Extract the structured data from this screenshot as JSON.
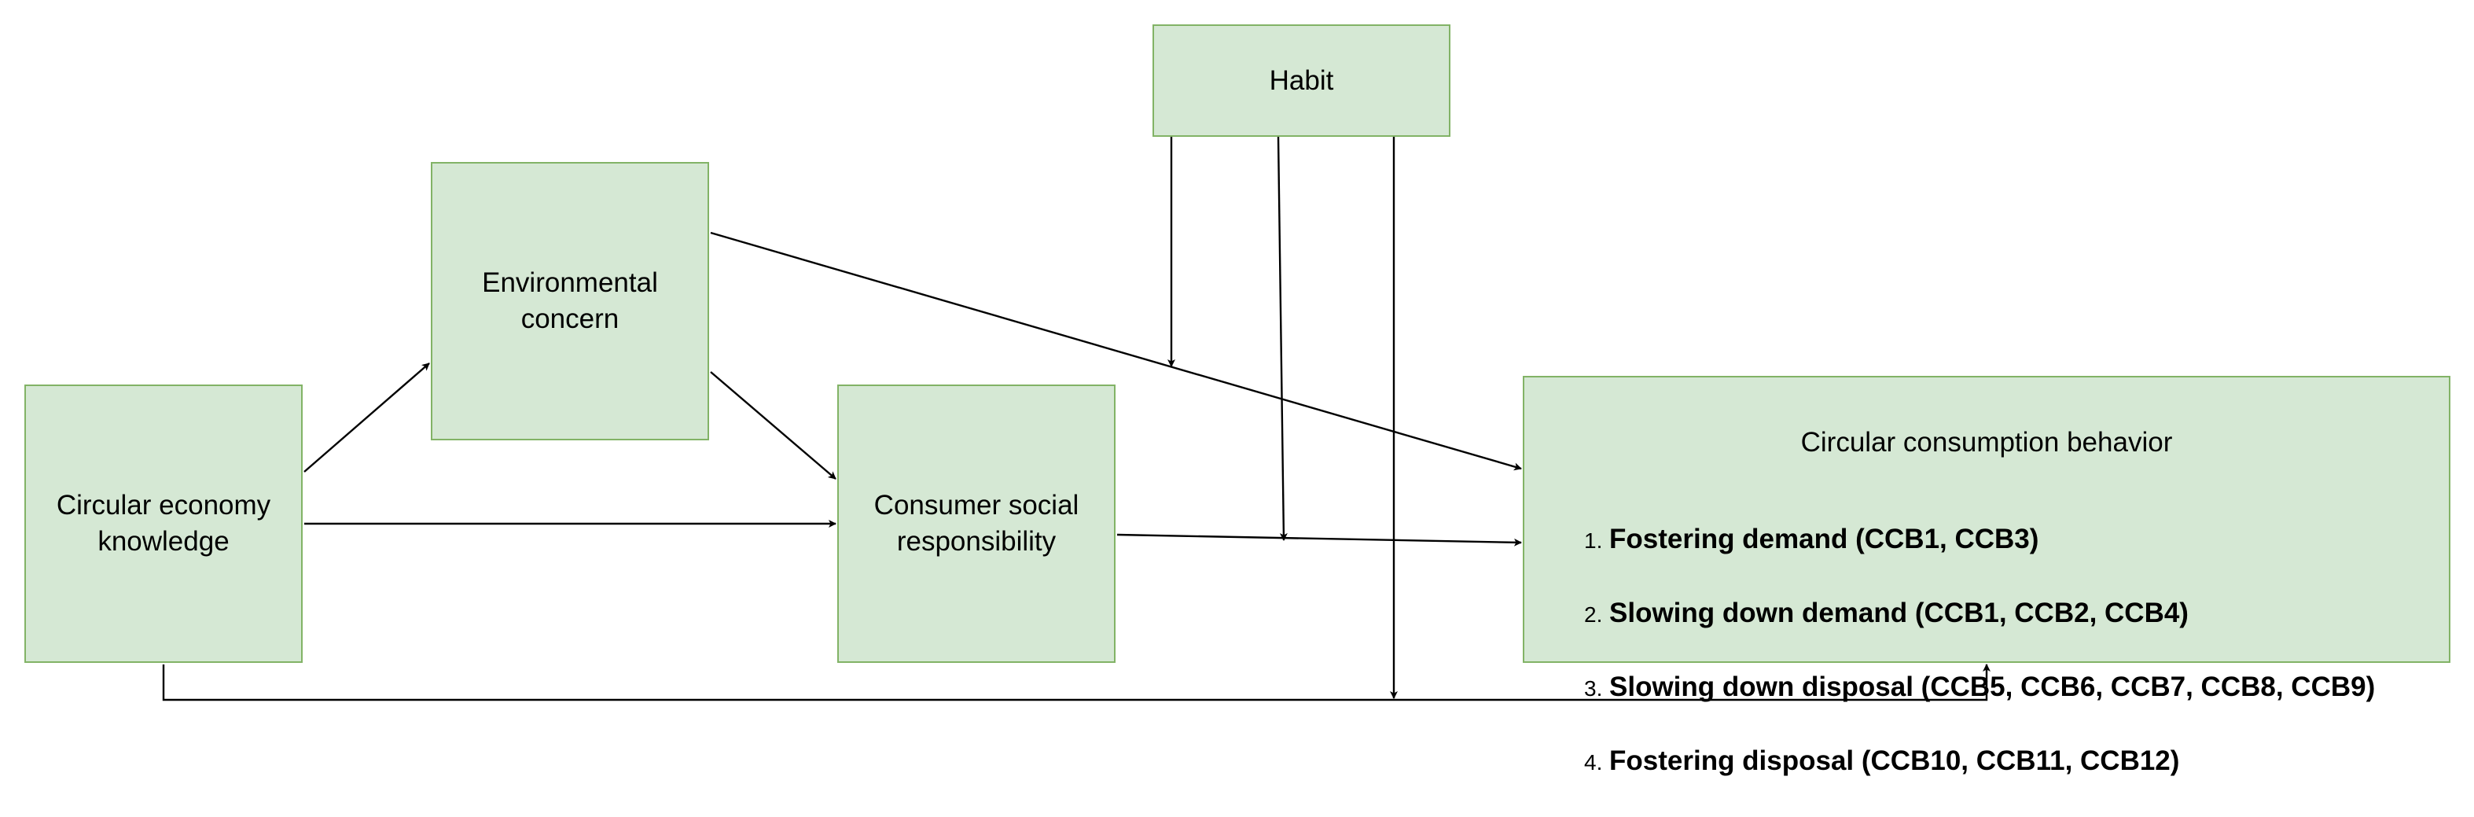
{
  "colors": {
    "node_fill": "#d5e8d4",
    "node_border": "#82b366",
    "edge": "#000000"
  },
  "nodes": {
    "knowledge": {
      "label": "Circular economy\nknowledge"
    },
    "environmental_concern": {
      "label": "Environmental\nconcern"
    },
    "consumer_social_responsibility": {
      "label": "Consumer social\nresponsibility"
    },
    "habit": {
      "label": "Habit"
    },
    "circular_consumption_behavior": {
      "title": "Circular consumption behavior",
      "items": [
        {
          "number": "1.",
          "text": "Fostering demand (CCB1, CCB3)"
        },
        {
          "number": "2.",
          "text": "Slowing down demand (CCB1, CCB2, CCB4)"
        },
        {
          "number": "3.",
          "text": "Slowing down disposal (CCB5, CCB6, CCB7, CCB8, CCB9)"
        },
        {
          "number": "4.",
          "text": "Fostering disposal (CCB10, CCB11, CCB12)"
        }
      ]
    }
  },
  "edges": [
    {
      "from": "knowledge",
      "to": "environmental_concern"
    },
    {
      "from": "knowledge",
      "to": "consumer_social_responsibility"
    },
    {
      "from": "environmental_concern",
      "to": "consumer_social_responsibility"
    },
    {
      "from": "environmental_concern",
      "to": "circular_consumption_behavior"
    },
    {
      "from": "consumer_social_responsibility",
      "to": "circular_consumption_behavior"
    },
    {
      "from": "knowledge",
      "to": "circular_consumption_behavior"
    },
    {
      "from": "habit",
      "to": "edge:environmental_concern->circular_consumption_behavior"
    },
    {
      "from": "habit",
      "to": "edge:consumer_social_responsibility->circular_consumption_behavior"
    },
    {
      "from": "habit",
      "to": "edge:knowledge->circular_consumption_behavior"
    }
  ]
}
